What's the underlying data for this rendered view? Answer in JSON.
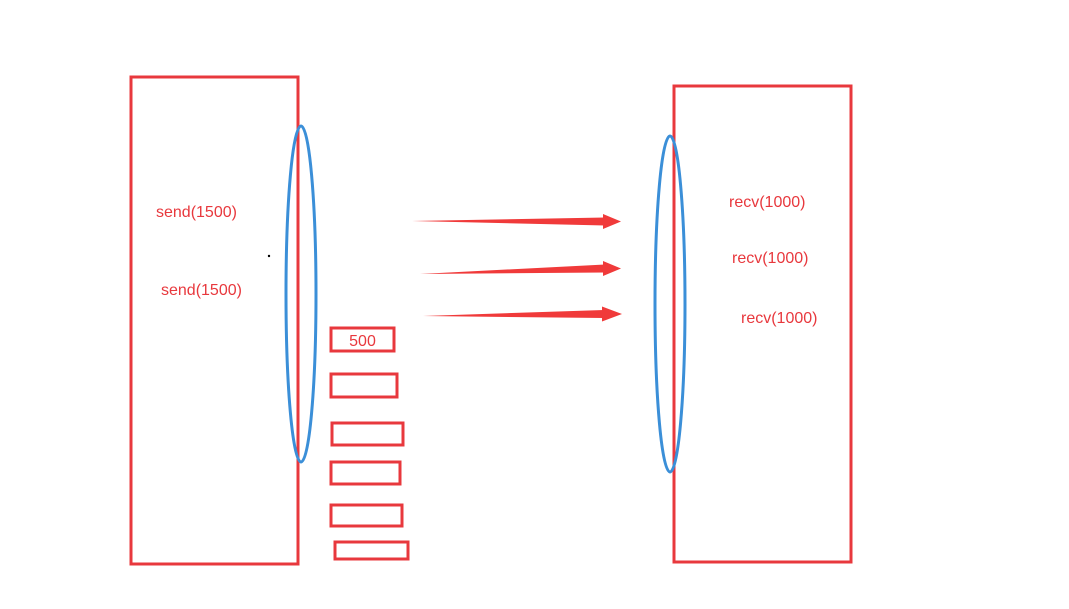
{
  "colors": {
    "box_stroke": "#e8383d",
    "text": "#e8383d",
    "arrow": "#f03a3a",
    "ellipse": "#3b8fd8"
  },
  "sender": {
    "calls": [
      "send(1500)",
      "send(1500)"
    ]
  },
  "receiver": {
    "calls": [
      "recv(1000)",
      "recv(1000)",
      "recv(1000)"
    ]
  },
  "packets": [
    {
      "label": "500"
    },
    {
      "label": ""
    },
    {
      "label": ""
    },
    {
      "label": ""
    },
    {
      "label": ""
    },
    {
      "label": ""
    }
  ]
}
